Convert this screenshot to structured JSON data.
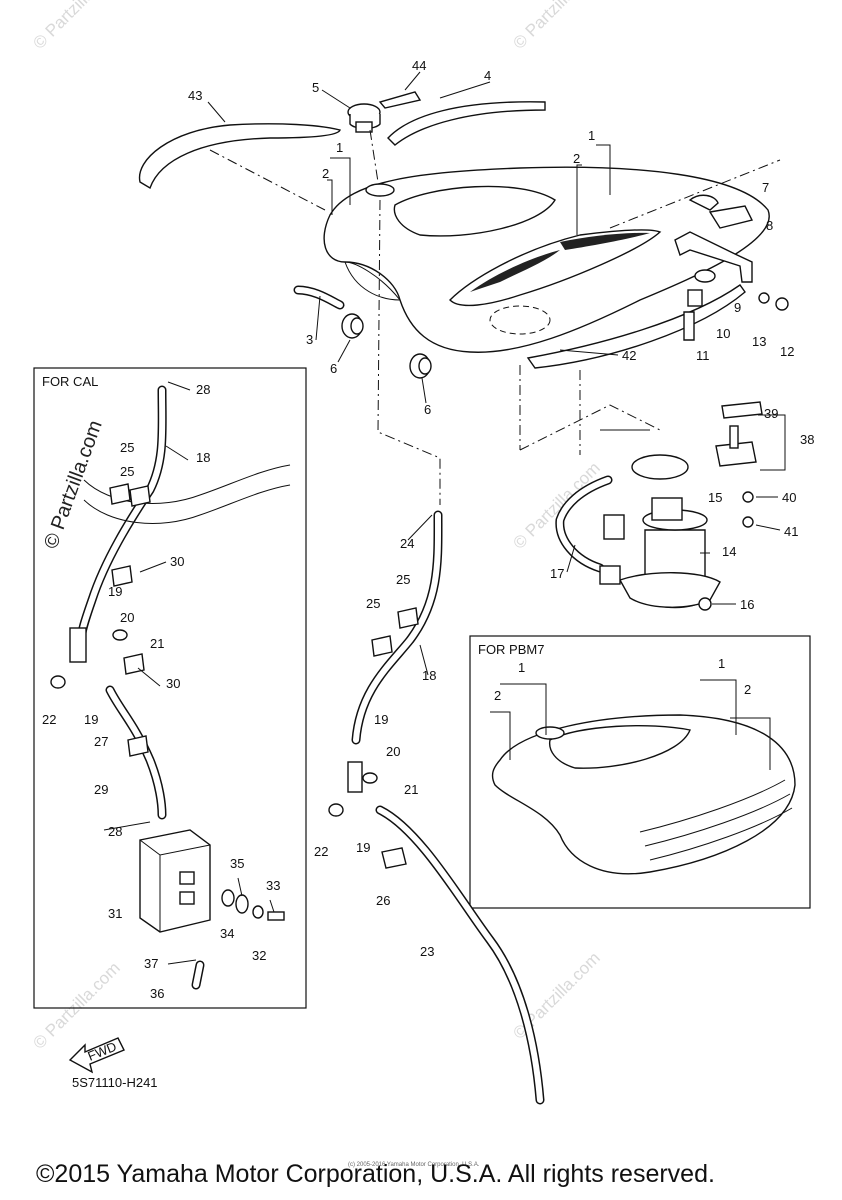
{
  "diagram": {
    "code": "5S71110-H241",
    "copyright": "©2015 Yamaha Motor Corporation, U.S.A. All rights reserved.",
    "tiny_credit": "(c) 2005-2016 Yamaha Motor Corporation, U.S.A.",
    "watermark": "© Partzilla.com",
    "fwd_label": "FWD",
    "boxes": {
      "cal": "FOR CAL",
      "pbm7": "FOR PBM7"
    },
    "callouts": {
      "c1a": "1",
      "c2a": "2",
      "c1b": "1",
      "c2b": "2",
      "c3": "3",
      "c4": "4",
      "c5": "5",
      "c6a": "6",
      "c6b": "6",
      "c7": "7",
      "c8": "8",
      "c9": "9",
      "c10": "10",
      "c11": "11",
      "c12": "12",
      "c13": "13",
      "c14": "14",
      "c15": "15",
      "c16": "16",
      "c17": "17",
      "c18": "18",
      "c18b": "18",
      "c19": "19",
      "c19b": "19",
      "c19c": "19",
      "c19d": "19",
      "c20": "20",
      "c20b": "20",
      "c21": "21",
      "c21b": "21",
      "c22": "22",
      "c22b": "22",
      "c23": "23",
      "c24": "24",
      "c25a": "25",
      "c25b": "25",
      "c25c": "25",
      "c25d": "25",
      "c26": "26",
      "c27": "27",
      "c28a": "28",
      "c28b": "28",
      "c29": "29",
      "c30a": "30",
      "c30b": "30",
      "c31": "31",
      "c32": "32",
      "c33": "33",
      "c34": "34",
      "c35": "35",
      "c36": "36",
      "c37": "37",
      "c38": "38",
      "c39": "39",
      "c40": "40",
      "c41": "41",
      "c42": "42",
      "c43": "43",
      "c44": "44",
      "p1a": "1",
      "p2a": "2",
      "p1b": "1",
      "p2b": "2"
    }
  }
}
